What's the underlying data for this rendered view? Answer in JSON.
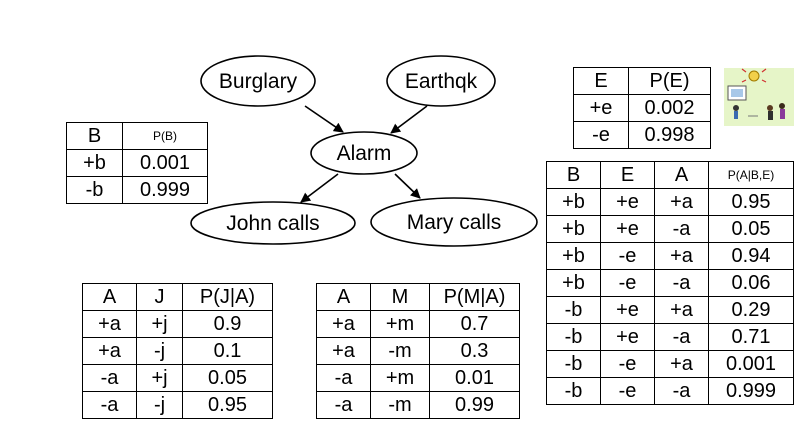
{
  "nodes": {
    "burglary": "Burglary",
    "earthquake": "Earthqk",
    "alarm": "Alarm",
    "john": "John calls",
    "mary": "Mary calls"
  },
  "tables": {
    "pb": {
      "headers": [
        "B",
        "P(B)"
      ],
      "rows": [
        [
          "+b",
          "0.001"
        ],
        [
          "-b",
          "0.999"
        ]
      ]
    },
    "pe": {
      "headers": [
        "E",
        "P(E)"
      ],
      "rows": [
        [
          "+e",
          "0.002"
        ],
        [
          "-e",
          "0.998"
        ]
      ]
    },
    "pa": {
      "headers": [
        "B",
        "E",
        "A",
        "P(A|B,E)"
      ],
      "rows": [
        [
          "+b",
          "+e",
          "+a",
          "0.95"
        ],
        [
          "+b",
          "+e",
          "-a",
          "0.05"
        ],
        [
          "+b",
          "-e",
          "+a",
          "0.94"
        ],
        [
          "+b",
          "-e",
          "-a",
          "0.06"
        ],
        [
          "-b",
          "+e",
          "+a",
          "0.29"
        ],
        [
          "-b",
          "+e",
          "-a",
          "0.71"
        ],
        [
          "-b",
          "-e",
          "+a",
          "0.001"
        ],
        [
          "-b",
          "-e",
          "-a",
          "0.999"
        ]
      ]
    },
    "pj": {
      "headers": [
        "A",
        "J",
        "P(J|A)"
      ],
      "rows": [
        [
          "+a",
          "+j",
          "0.9"
        ],
        [
          "+a",
          "-j",
          "0.1"
        ],
        [
          "-a",
          "+j",
          "0.05"
        ],
        [
          "-a",
          "-j",
          "0.95"
        ]
      ]
    },
    "pm": {
      "headers": [
        "A",
        "M",
        "P(M|A)"
      ],
      "rows": [
        [
          "+a",
          "+m",
          "0.7"
        ],
        [
          "+a",
          "-m",
          "0.3"
        ],
        [
          "-a",
          "+m",
          "0.01"
        ],
        [
          "-a",
          "-m",
          "0.99"
        ]
      ]
    }
  },
  "clipart": {
    "icon": "house-alarm-scene-icon",
    "background": "#e6f5c8"
  }
}
